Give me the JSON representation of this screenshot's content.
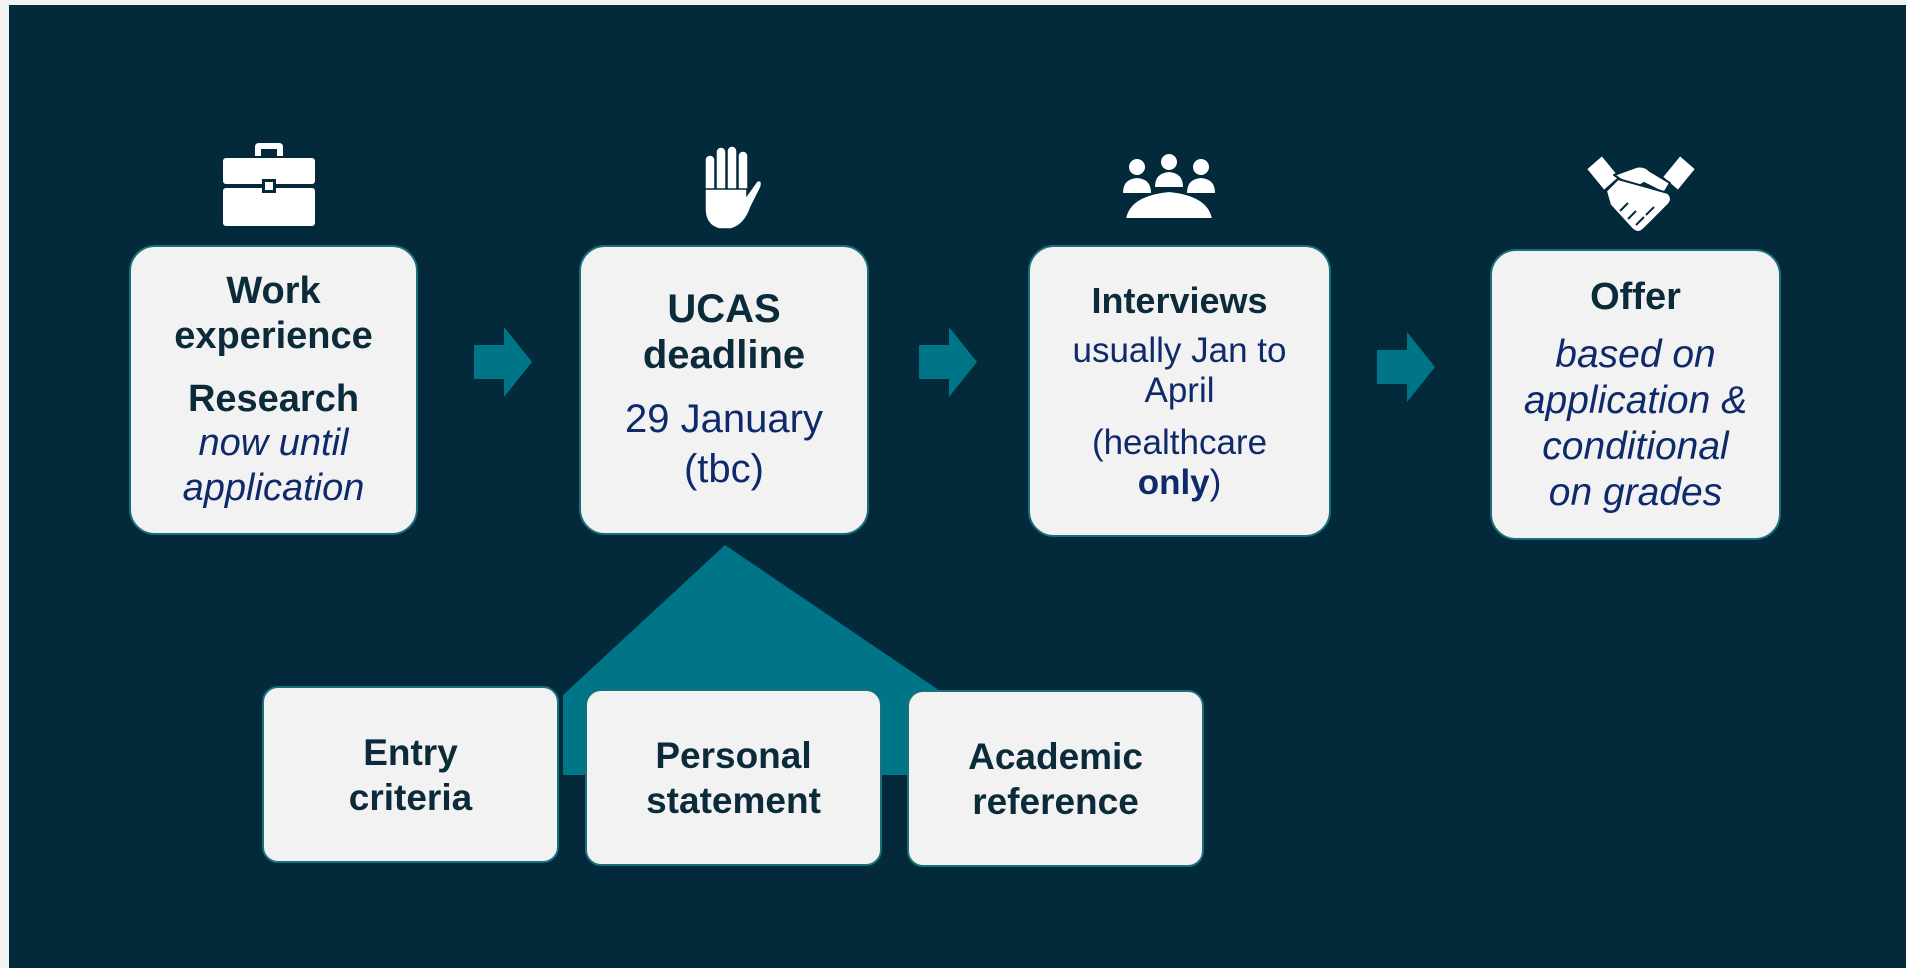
{
  "steps": {
    "work": {
      "title_line1": "Work",
      "title_line2": "experience",
      "title_line3": "Research",
      "note_line1": "now until",
      "note_line2": "application"
    },
    "ucas": {
      "title_line1": "UCAS",
      "title_line2": "deadline",
      "date_line1": "29 January",
      "date_line2": "(tbc)"
    },
    "interviews": {
      "title": "Interviews",
      "when_line1": "usually Jan to",
      "when_line2": "April",
      "note_open": "(healthcare",
      "note_bold": "only",
      "note_close": ")"
    },
    "offer": {
      "title": "Offer",
      "note_line1": "based on",
      "note_line2": "application &",
      "note_line3": "conditional",
      "note_line4": "on grades"
    }
  },
  "components": [
    {
      "line1": "Entry",
      "line2": "criteria"
    },
    {
      "line1": "Personal",
      "line2": "statement"
    },
    {
      "line1": "Academic",
      "line2": "reference"
    }
  ],
  "icons": [
    "briefcase-icon",
    "raised-hand-icon",
    "group-meeting-icon",
    "handshake-icon"
  ],
  "colors": {
    "background": "#022a3a",
    "box_fill": "#f2f2f2",
    "accent_teal": "#007587",
    "title_text": "#0b2a3a",
    "body_text": "#0f2a6b"
  }
}
